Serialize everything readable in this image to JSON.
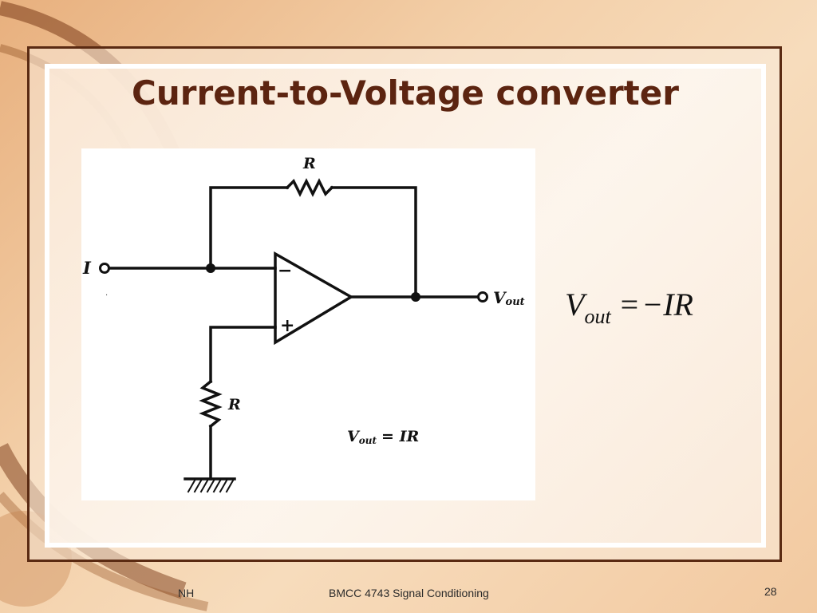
{
  "slide": {
    "title": "Current-to-Voltage converter",
    "equation": {
      "lhs": "V",
      "lhs_sub": "out",
      "op": "=",
      "rhs": "−IR"
    }
  },
  "diagram": {
    "feedback_resistor_label": "R",
    "ground_resistor_label": "R",
    "input_label": "I",
    "output_label": "V",
    "output_label_sub": "out",
    "inverting_sign": "−",
    "noninverting_sign": "+",
    "formula_lhs": "V",
    "formula_sub": "out",
    "formula_rhs": "= IR"
  },
  "footer": {
    "left": "NH",
    "center": "BMCC 4743 Signal Conditioning",
    "page_number": "28"
  },
  "colors": {
    "title": "#5c2410",
    "frame": "#5a2a12"
  }
}
